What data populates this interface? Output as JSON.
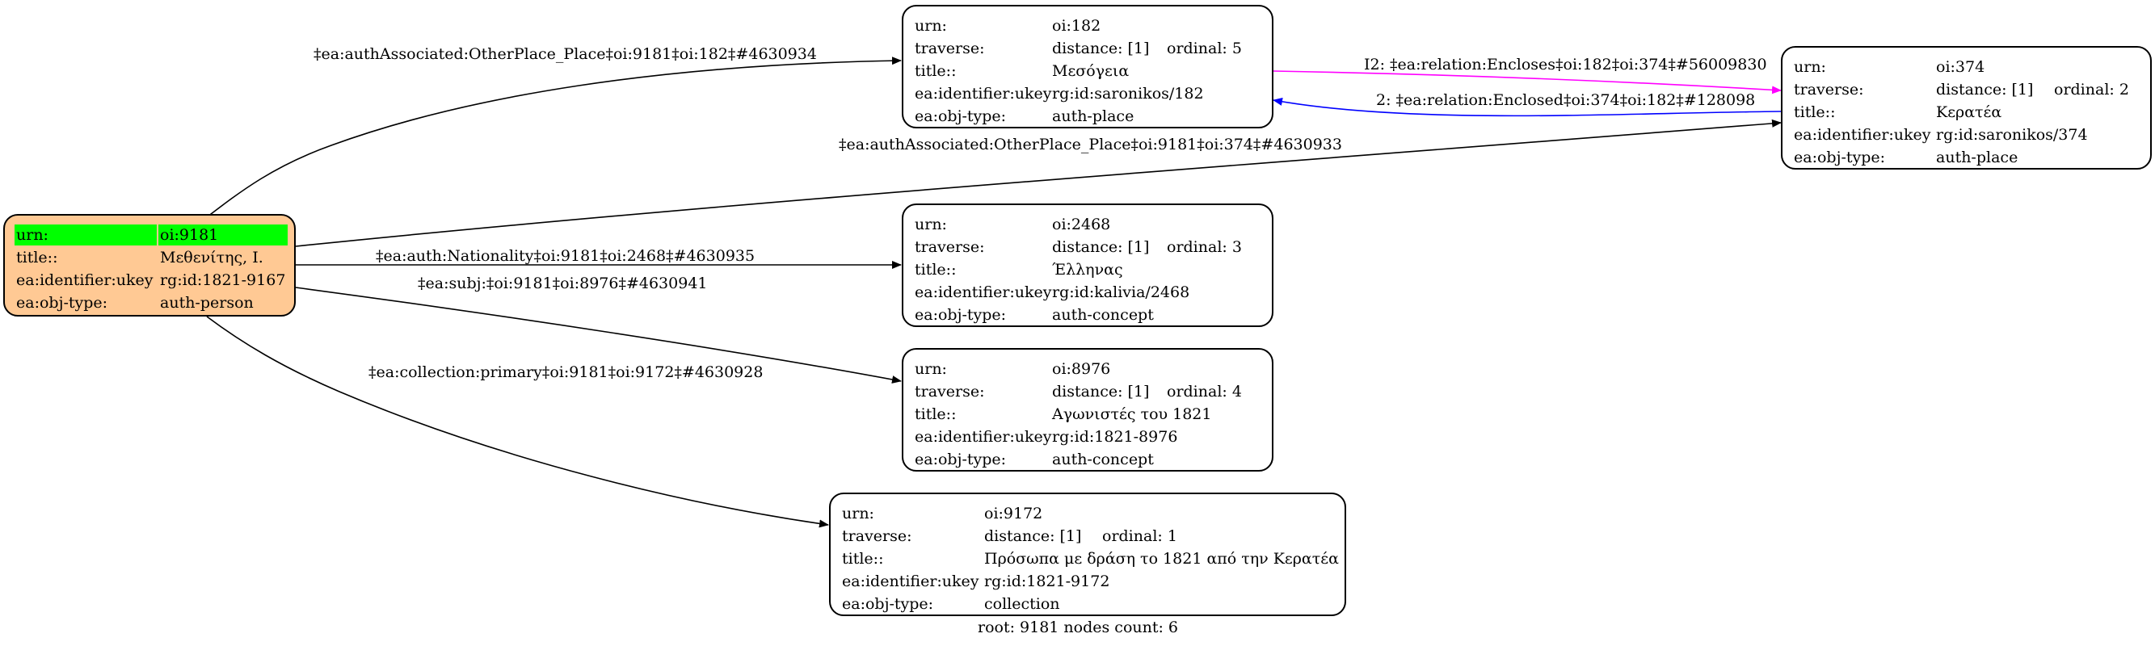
{
  "nodes": {
    "root": {
      "rows": [
        {
          "key": "urn:",
          "value": "oi:9181"
        },
        {
          "key": "title::",
          "value": "Μεθενίτης, Ι."
        },
        {
          "key": "ea:identifier:ukey",
          "value": "rg:id:1821-9167"
        },
        {
          "key": "ea:obj-type:",
          "value": "auth-person"
        }
      ],
      "highlight_color": "#00ff00",
      "fill_color": "#ffc994"
    },
    "n182": {
      "rows": [
        {
          "key": "urn:",
          "value": "oi:182"
        },
        {
          "key": "traverse:",
          "value": "distance: [1]",
          "extra": "ordinal: 5"
        },
        {
          "key": "title::",
          "value": "Μεσόγεια"
        },
        {
          "key": "ea:identifier:ukey",
          "value": "rg:id:saronikos/182"
        },
        {
          "key": "ea:obj-type:",
          "value": "auth-place"
        }
      ]
    },
    "n374": {
      "rows": [
        {
          "key": "urn:",
          "value": "oi:374"
        },
        {
          "key": "traverse:",
          "value": "distance: [1]",
          "extra": "ordinal: 2"
        },
        {
          "key": "title::",
          "value": "Κερατέα"
        },
        {
          "key": "ea:identifier:ukey",
          "value": "rg:id:saronikos/374"
        },
        {
          "key": "ea:obj-type:",
          "value": "auth-place"
        }
      ]
    },
    "n2468": {
      "rows": [
        {
          "key": "urn:",
          "value": "oi:2468"
        },
        {
          "key": "traverse:",
          "value": "distance: [1]",
          "extra": "ordinal: 3"
        },
        {
          "key": "title::",
          "value": "Έλληνας"
        },
        {
          "key": "ea:identifier:ukey",
          "value": "rg:id:kalivia/2468"
        },
        {
          "key": "ea:obj-type:",
          "value": "auth-concept"
        }
      ]
    },
    "n8976": {
      "rows": [
        {
          "key": "urn:",
          "value": "oi:8976"
        },
        {
          "key": "traverse:",
          "value": "distance: [1]",
          "extra": "ordinal: 4"
        },
        {
          "key": "title::",
          "value": "Αγωνιστές του 1821"
        },
        {
          "key": "ea:identifier:ukey",
          "value": "rg:id:1821-8976"
        },
        {
          "key": "ea:obj-type:",
          "value": "auth-concept"
        }
      ]
    },
    "n9172": {
      "rows": [
        {
          "key": "urn:",
          "value": "oi:9172"
        },
        {
          "key": "traverse:",
          "value": "distance: [1]",
          "extra": "ordinal: 1"
        },
        {
          "key": "title::",
          "value": "Πρόσωπα με δράση το 1821 από την Κερατέα"
        },
        {
          "key": "ea:identifier:ukey",
          "value": "rg:id:1821-9172"
        },
        {
          "key": "ea:obj-type:",
          "value": "collection"
        }
      ]
    }
  },
  "edges": {
    "root_to_182": {
      "label": "‡ea:authAssociated:OtherPlace_Place‡oi:9181‡oi:182‡#4630934",
      "color": "#000000"
    },
    "root_to_374": {
      "label": "‡ea:authAssociated:OtherPlace_Place‡oi:9181‡oi:374‡#4630933",
      "color": "#000000"
    },
    "root_to_2468": {
      "label": "‡ea:auth:Nationality‡oi:9181‡oi:2468‡#4630935",
      "color": "#000000"
    },
    "root_to_8976": {
      "label": "‡ea:subj:‡oi:9181‡oi:8976‡#4630941",
      "color": "#000000"
    },
    "root_to_9172": {
      "label": "‡ea:collection:primary‡oi:9181‡oi:9172‡#4630928",
      "color": "#000000"
    },
    "n182_to_374": {
      "label": "I2: ‡ea:relation:Encloses‡oi:182‡oi:374‡#56009830",
      "color": "#ff00ff"
    },
    "n374_to_182": {
      "label": "2: ‡ea:relation:Enclosed‡oi:374‡oi:182‡#128098",
      "color": "#0000ff"
    }
  },
  "footer": "root: 9181 nodes count: 6"
}
